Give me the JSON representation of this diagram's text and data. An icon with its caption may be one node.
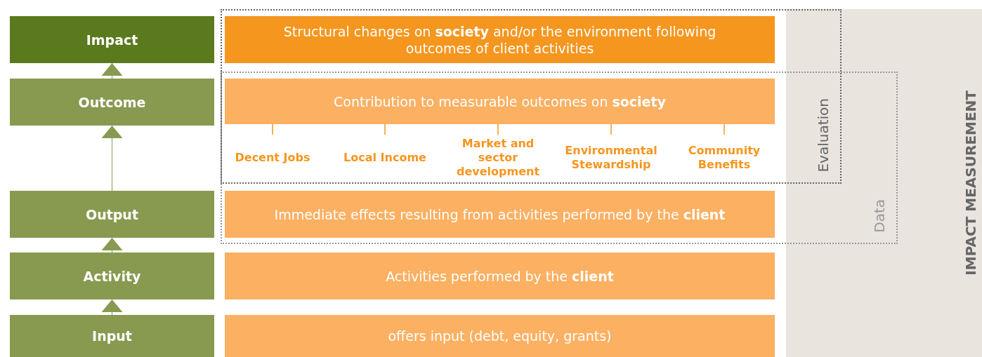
{
  "diagram": {
    "nodes": [
      {
        "text": [
          "Impact"
        ]
      },
      {
        "text": [
          "Outcome"
        ]
      },
      {
        "text": [
          "Output"
        ]
      },
      {
        "text": [
          "Activity"
        ]
      },
      {
        "text": [
          "Input"
        ]
      },
      {
        "text": [
          "Evaluation"
        ]
      },
      {
        "text": [
          "Data"
        ]
      },
      {
        "text": [
          "Structural changes on **society** and/or the environment following outcomes of client activities"
        ],
        "in": 5
      },
      {
        "text": [
          "Contribution to measurable outcomes on **society**"
        ]
      },
      {
        "text": [
          "Immediate effects resulting from activities performed by the **client**"
        ],
        "in": 6
      },
      {
        "text": [
          "Activities performed by the **client**"
        ]
      },
      {
        "text": [
          "offers input (debt, equity, grants)"
        ]
      },
      {
        "text": [
          "Decent Jobs"
        ]
      },
      {
        "text": [
          "Local Income"
        ]
      },
      {
        "text": [
          "Market and sector development"
        ]
      },
      {
        "text": [
          "Environmental Stewardship"
        ]
      },
      {
        "text": [
          "Community Benefits"
        ]
      }
    ],
    "edges": [
      {
        "from": 1,
        "to": 0,
        "arrow": "to",
        "color": "#879a50"
      },
      {
        "from": 2,
        "to": 1,
        "arrow": "to",
        "color": "#879a50"
      },
      {
        "from": 3,
        "to": 2,
        "arrow": "to",
        "color": "#879a50"
      },
      {
        "from": 4,
        "to": 3,
        "arrow": "to",
        "color": "#879a50"
      },
      {
        "from": 8,
        "to": 12,
        "arrow": "none"
      },
      {
        "from": 8,
        "to": 13,
        "arrow": "none"
      },
      {
        "from": 8,
        "to": 14,
        "arrow": "none"
      },
      {
        "from": 8,
        "to": 15,
        "arrow": "none"
      },
      {
        "from": 8,
        "to": 16,
        "arrow": "none"
      }
    ],
    "labels": [
      "IMPACT MEASUREMENT"
    ]
  }
}
